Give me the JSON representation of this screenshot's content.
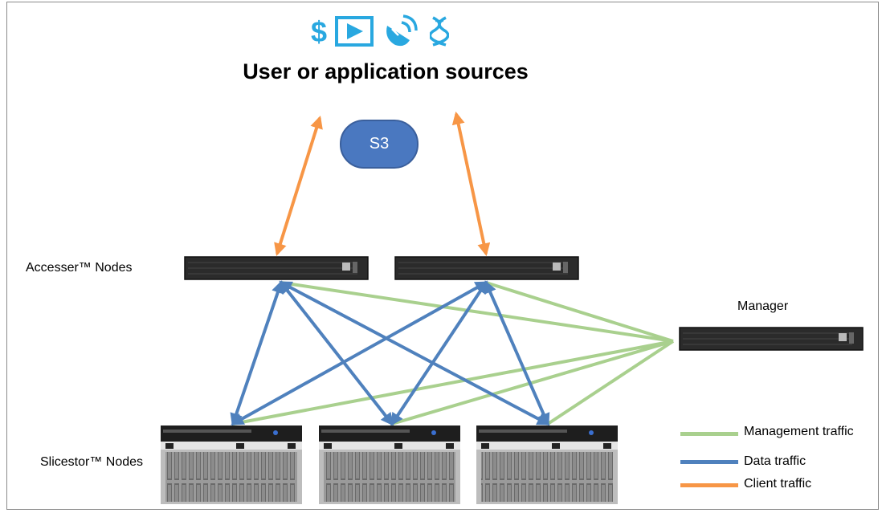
{
  "title": "User or application sources",
  "s3_label": "S3",
  "labels": {
    "accesser_nodes": "Accesser™ Nodes",
    "slicestor_nodes": "Slicestor™ Nodes",
    "manager": "Manager"
  },
  "legend": [
    {
      "label": "Management traffic",
      "color": "#a9d08e"
    },
    {
      "label": "Data traffic",
      "color": "#4f81bd"
    },
    {
      "label": "Client traffic",
      "color": "#f79646"
    }
  ],
  "icons": [
    "dollar-icon",
    "video-play-icon",
    "satellite-dish-icon",
    "dna-icon"
  ],
  "colors": {
    "icon_blue": "#29a8e0",
    "s3_fill": "#4a78c0",
    "management": "#a9d08e",
    "data": "#4f81bd",
    "client": "#f79646"
  }
}
